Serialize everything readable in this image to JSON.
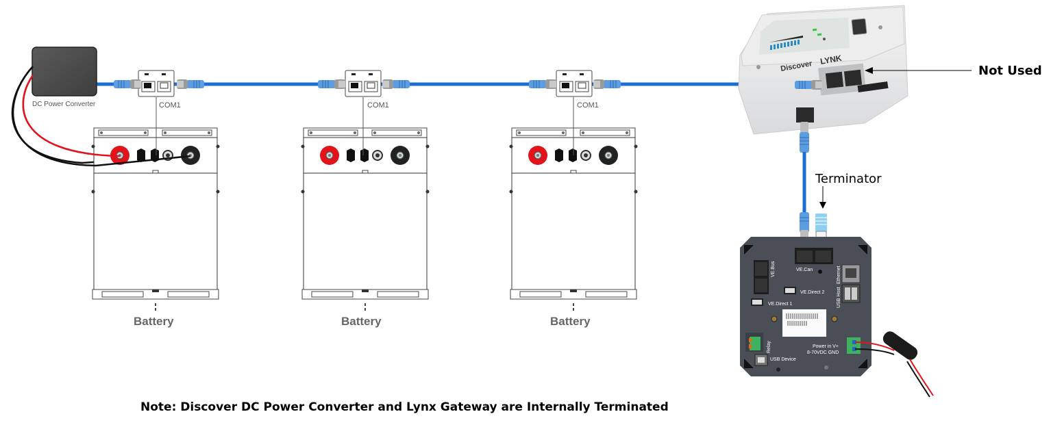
{
  "diagram": {
    "title": "Discover Lynk CAN bus wiring with three batteries and Cerbo GX",
    "dc_converter": {
      "label": "DC Power Converter"
    },
    "batteries": [
      {
        "port_label": "COM1",
        "label": "Battery"
      },
      {
        "port_label": "COM1",
        "label": "Battery"
      },
      {
        "port_label": "COM1",
        "label": "Battery"
      }
    ],
    "lynk_gateway": {
      "brand": "Discover",
      "model": "LYNK",
      "unused_port_callout": "Not Used"
    },
    "gx_device": {
      "port_labels": {
        "ve_can": "VE.Can",
        "ve_bus": "VE.Bus",
        "ve_direct_1": "VE.Direct 1",
        "ve_direct_2": "VE.Direct 2",
        "ethernet": "Ethernet",
        "usb_host": "USB Host",
        "usb_device": "USB Device",
        "relay": "Relay",
        "power_in_line1": "Power in  V+",
        "power_in_line2": "8-70VDC GND"
      },
      "terminator_callout": "Terminator"
    },
    "note": "Note: Discover DC Power Converter and Lynx Gateway are Internally Terminated",
    "colors": {
      "can_cable": "#1a6fd1",
      "connector_blue": "#5b9de0",
      "terminator_blue": "#8fd0f2",
      "positive_wire": "#e0141a",
      "negative_wire": "#111111",
      "converter_body": "#4d4d4d",
      "gx_body": "#4a4f57"
    }
  }
}
